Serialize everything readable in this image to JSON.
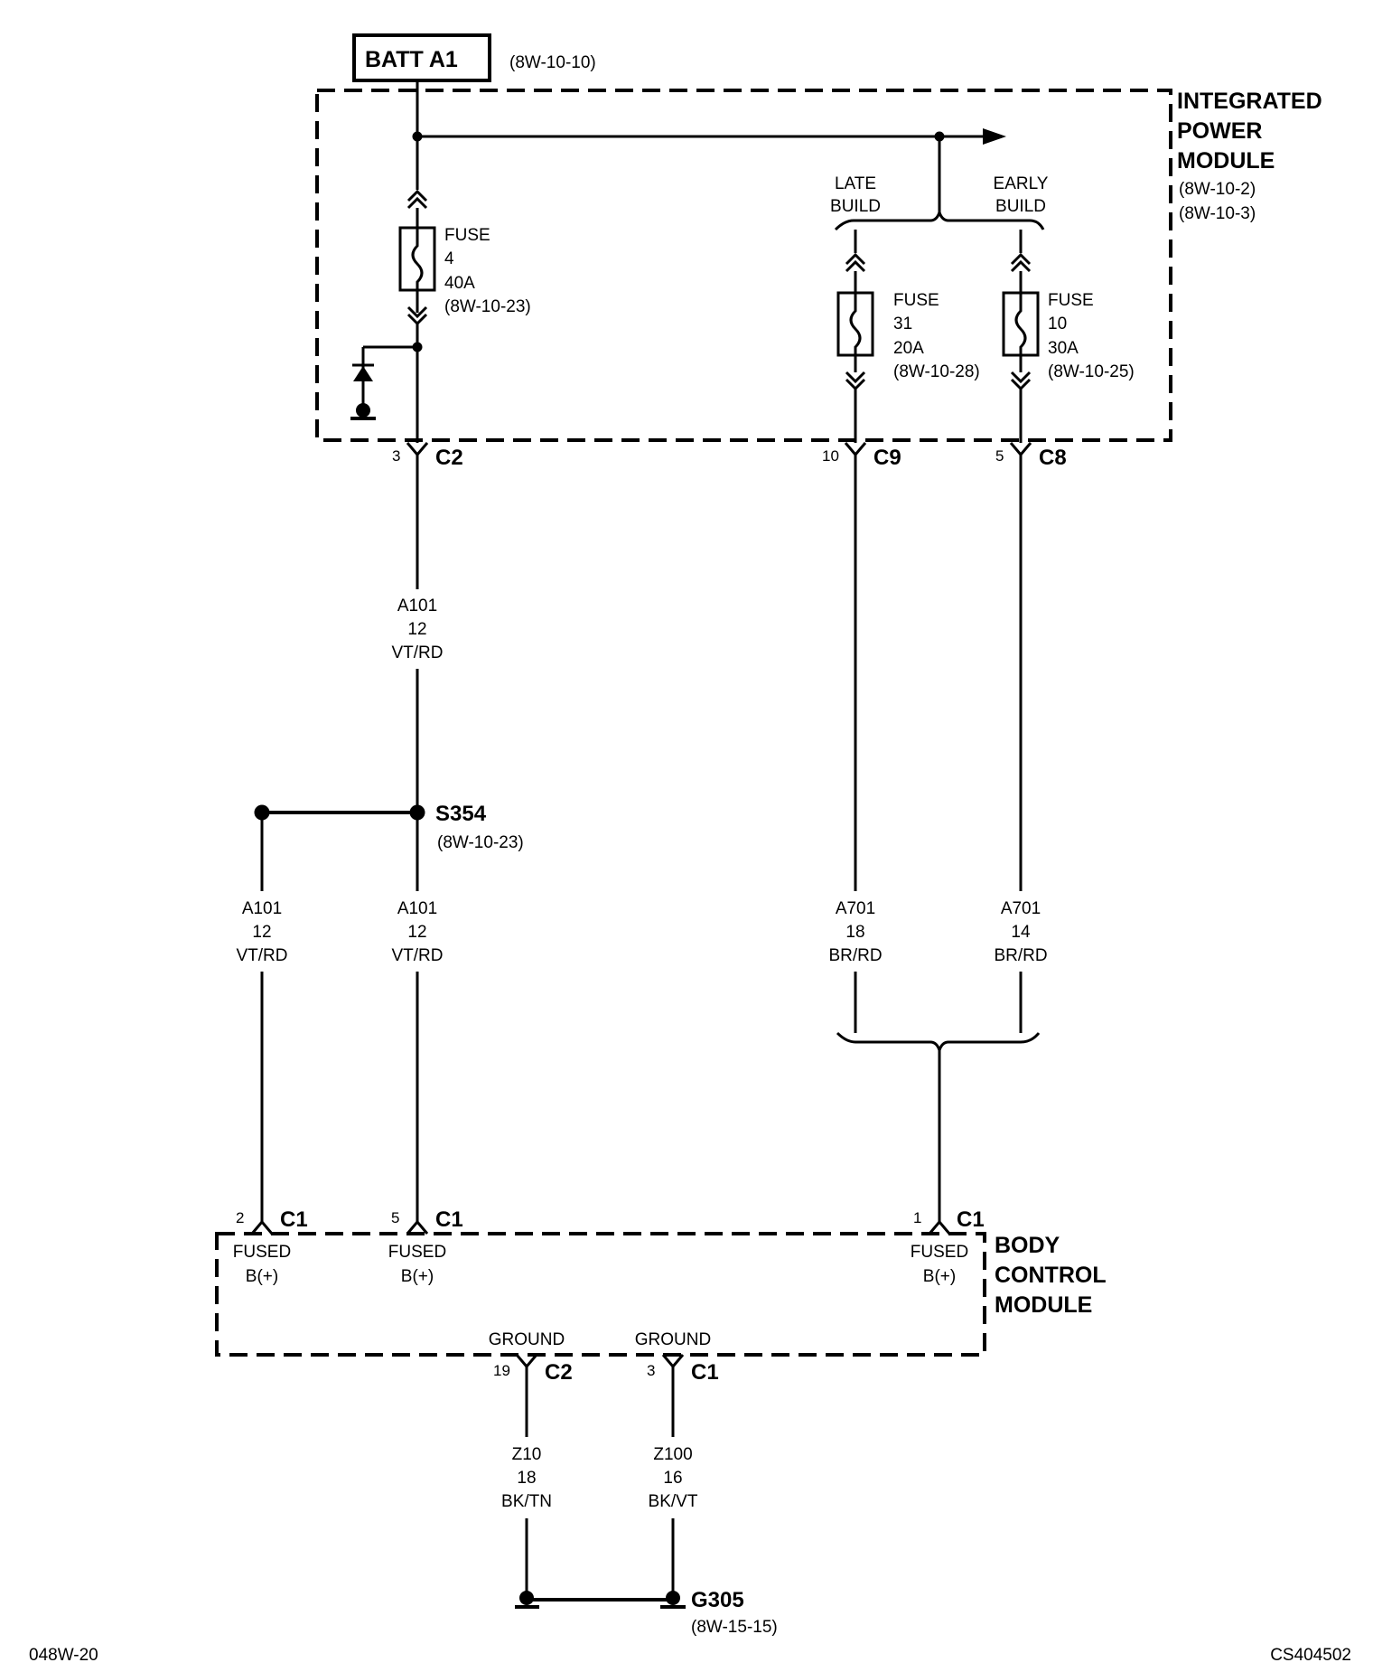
{
  "battery": {
    "label": "BATT A1",
    "ref": "(8W-10-10)"
  },
  "ipm": {
    "lines": [
      "INTEGRATED",
      "POWER",
      "MODULE"
    ],
    "refs": [
      "(8W-10-2)",
      "(8W-10-3)"
    ]
  },
  "builds": {
    "late": [
      "LATE",
      "BUILD"
    ],
    "early": [
      "EARLY",
      "BUILD"
    ]
  },
  "fuses": [
    {
      "lines": [
        "FUSE",
        "4",
        "40A",
        "(8W-10-23)"
      ]
    },
    {
      "lines": [
        "FUSE",
        "31",
        "20A",
        "(8W-10-28)"
      ]
    },
    {
      "lines": [
        "FUSE",
        "10",
        "30A",
        "(8W-10-25)"
      ]
    }
  ],
  "ipm_connectors": [
    {
      "pin": "3",
      "name": "C2"
    },
    {
      "pin": "10",
      "name": "C9"
    },
    {
      "pin": "5",
      "name": "C8"
    }
  ],
  "wires": [
    {
      "lines": [
        "A101",
        "12",
        "VT/RD"
      ]
    },
    {
      "lines": [
        "A101",
        "12",
        "VT/RD"
      ]
    },
    {
      "lines": [
        "A101",
        "12",
        "VT/RD"
      ]
    },
    {
      "lines": [
        "A701",
        "18",
        "BR/RD"
      ]
    },
    {
      "lines": [
        "A701",
        "14",
        "BR/RD"
      ]
    },
    {
      "lines": [
        "Z10",
        "18",
        "BK/TN"
      ]
    },
    {
      "lines": [
        "Z100",
        "16",
        "BK/VT"
      ]
    }
  ],
  "splice": {
    "name": "S354",
    "ref": "(8W-10-23)"
  },
  "bcm": {
    "lines": [
      "BODY",
      "CONTROL",
      "MODULE"
    ],
    "inputs": [
      {
        "pin": "2",
        "name": "C1",
        "function": [
          "FUSED",
          "B(+)"
        ]
      },
      {
        "pin": "5",
        "name": "C1",
        "function": [
          "FUSED",
          "B(+)"
        ]
      },
      {
        "pin": "1",
        "name": "C1",
        "function": [
          "FUSED",
          "B(+)"
        ]
      }
    ],
    "grounds": [
      {
        "pin": "19",
        "name": "C2",
        "function": "GROUND"
      },
      {
        "pin": "3",
        "name": "C1",
        "function": "GROUND"
      }
    ]
  },
  "ground_point": {
    "name": "G305",
    "ref": "(8W-15-15)"
  },
  "footer": {
    "left": "048W-20",
    "right": "CS404502"
  }
}
